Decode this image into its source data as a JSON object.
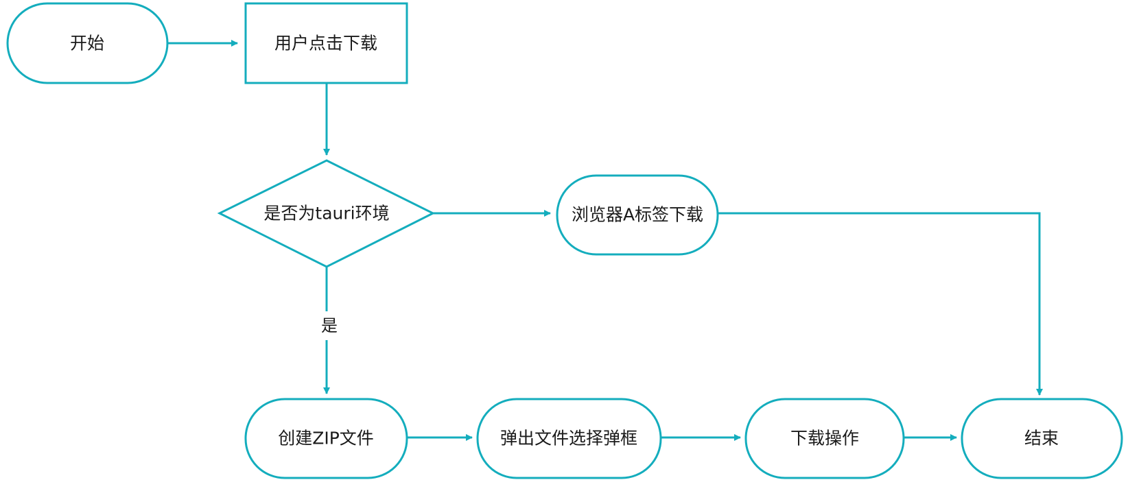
{
  "diagram": {
    "nodes": {
      "start": {
        "label": "开始",
        "shape": "terminator"
      },
      "click_download": {
        "label": "用户点击下载",
        "shape": "process"
      },
      "is_tauri": {
        "label": "是否为tauri环境",
        "shape": "decision"
      },
      "browser_download": {
        "label": "浏览器A标签下载",
        "shape": "terminator"
      },
      "create_zip": {
        "label": "创建ZIP文件",
        "shape": "terminator"
      },
      "file_dialog": {
        "label": "弹出文件选择弹框",
        "shape": "terminator"
      },
      "download_op": {
        "label": "下载操作",
        "shape": "terminator"
      },
      "end": {
        "label": "结束",
        "shape": "terminator"
      }
    },
    "edges": [
      {
        "from": "start",
        "to": "click_download",
        "label": ""
      },
      {
        "from": "click_download",
        "to": "is_tauri",
        "label": ""
      },
      {
        "from": "is_tauri",
        "to": "browser_download",
        "label": ""
      },
      {
        "from": "is_tauri",
        "to": "create_zip",
        "label": "是"
      },
      {
        "from": "browser_download",
        "to": "end",
        "label": ""
      },
      {
        "from": "create_zip",
        "to": "file_dialog",
        "label": ""
      },
      {
        "from": "file_dialog",
        "to": "download_op",
        "label": ""
      },
      {
        "from": "download_op",
        "to": "end",
        "label": ""
      }
    ],
    "colors": {
      "stroke": "#14adbd",
      "text": "#1a1a1a",
      "fill": "#ffffff"
    }
  }
}
